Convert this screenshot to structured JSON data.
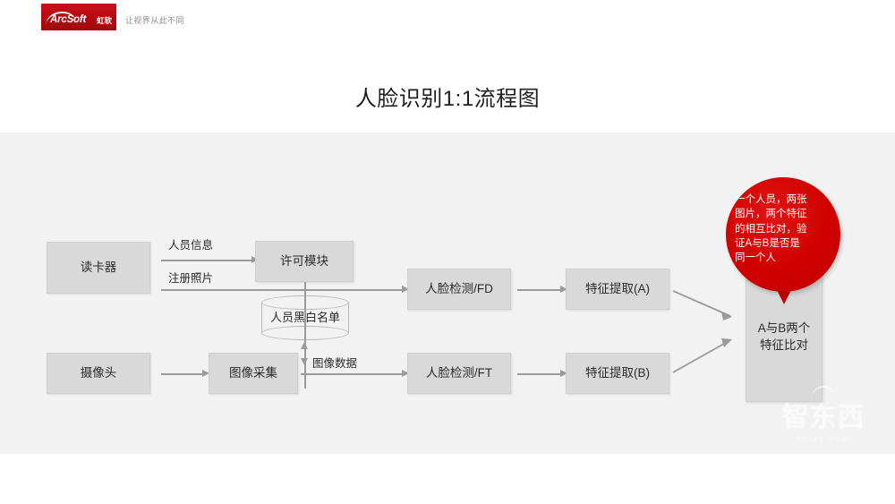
{
  "header": {
    "logo_wordmark": "ArcSoft",
    "logo_cn": "虹软",
    "tagline": "让视界从此不同"
  },
  "title": "人脸识别1:1流程图",
  "diagram": {
    "database": {
      "label": "人员黑白名单"
    },
    "boxes": [
      {
        "id": "card-reader",
        "label": "读卡器"
      },
      {
        "id": "license-module",
        "label": "许可模块"
      },
      {
        "id": "face-detect-fd",
        "label": "人脸检测/FD"
      },
      {
        "id": "feature-extract-a",
        "label": "特征提取(A)"
      },
      {
        "id": "camera",
        "label": "摄像头"
      },
      {
        "id": "image-capture",
        "label": "图像采集"
      },
      {
        "id": "face-detect-ft",
        "label": "人脸检测/FT"
      },
      {
        "id": "feature-extract-b",
        "label": "特征提取(B)"
      },
      {
        "id": "compare-ab",
        "label": "A与B两个\n特征比对"
      }
    ],
    "compare_line1": "A与B两个",
    "compare_line2": "特征比对",
    "edge_labels": {
      "person_info": "人员信息",
      "register_photo": "注册照片",
      "image_data": "图像数据"
    },
    "callout": {
      "line1": "一个人员，两张",
      "line2": "图片，两个特征",
      "line3": "的相互比对，验",
      "line4": "证A与B是否是",
      "line5": "同一个人"
    }
  },
  "watermark": {
    "text": "智东西",
    "sub": "zhidx.com"
  },
  "colors": {
    "brand_red": "#c9131a",
    "callout_red": "#d00000",
    "box_gray": "#d9d9d9",
    "panel_gray": "#f2f2f2",
    "line_gray": "#9a9a9a"
  }
}
